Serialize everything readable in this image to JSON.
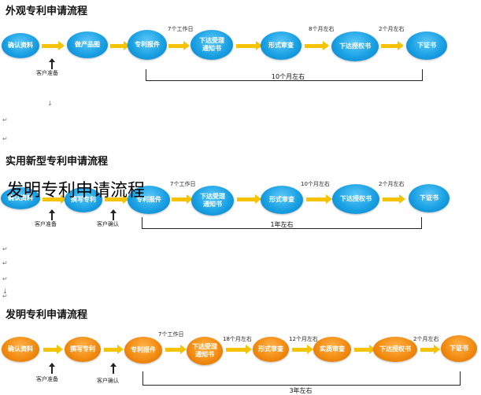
{
  "flow1": {
    "title": "外观专利申请流程",
    "nodes": [
      "确认资料",
      "做产品图",
      "专利报件",
      "下达受理\n通知书",
      "形式审查",
      "下达授权书",
      "下证书"
    ],
    "labels": [
      "7个工作日",
      "8个月左右",
      "2个月左右"
    ],
    "customer_prep": "客户准备",
    "duration": "10个月左右",
    "color": "#1aa1e4"
  },
  "flow2": {
    "title": "实用新型专利申请流程",
    "nodes": [
      "确认资料",
      "撰写专利",
      "专利报件",
      "下达受理\n通知书",
      "形式审查",
      "下达授权书",
      "下证书"
    ],
    "labels": [
      "7个工作日",
      "10个月左右",
      "2个月左右"
    ],
    "customer_prep": "客户准备",
    "customer_confirm": "客户确认",
    "duration": "1年左右",
    "color": "#1aa1e4"
  },
  "flow3": {
    "title": "发明专利申请流程",
    "nodes": [
      "确认资料",
      "撰写专利",
      "专利报件",
      "下达受理\n通知书",
      "形式审查",
      "实质审查",
      "下达授权书",
      "下证书"
    ],
    "labels": [
      "7个工作日",
      "18个月左右",
      "12个月左右",
      "2个月左右"
    ],
    "customer_prep": "客户准备",
    "customer_confirm": "客户确认",
    "duration": "3年左右",
    "color": "#f28c12"
  },
  "overlay": "发明专利申请流程",
  "marks": [
    "↓",
    "↵",
    "↵",
    "↵",
    "↵",
    "↵",
    "↓",
    "↵"
  ],
  "colors": {
    "arrow": "#f5c300",
    "blue": "#1aa1e4",
    "orange": "#f28c12"
  }
}
